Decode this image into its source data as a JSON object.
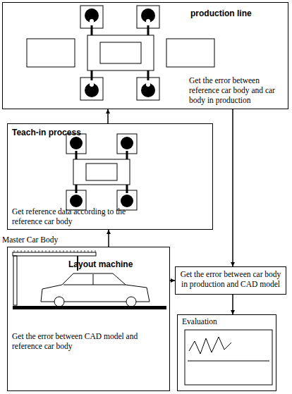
{
  "diagram": {
    "nodes": [
      {
        "text": [
          "production line",
          "Get the error between reference car body and car body in production"
        ]
      },
      {
        "text": [
          "Teach-in process",
          "Get reference data according to the reference car body"
        ]
      },
      {
        "text": [
          "Layout machine",
          "Get the error between CAD model and reference car body"
        ]
      },
      {
        "text": [
          "Get the error between car body in production and CAD model"
        ]
      },
      {
        "text": [
          "Evaluation"
        ]
      }
    ],
    "edges": [
      {
        "from": 2,
        "to": 1,
        "arrow": "to"
      },
      {
        "from": 1,
        "to": 0,
        "arrow": "to"
      },
      {
        "from": 0,
        "to": 3,
        "arrow": "to"
      },
      {
        "from": 2,
        "to": 3,
        "arrow": "to"
      },
      {
        "from": 3,
        "to": 4,
        "arrow": "to"
      }
    ],
    "labels": [
      "Master Car Body"
    ]
  }
}
